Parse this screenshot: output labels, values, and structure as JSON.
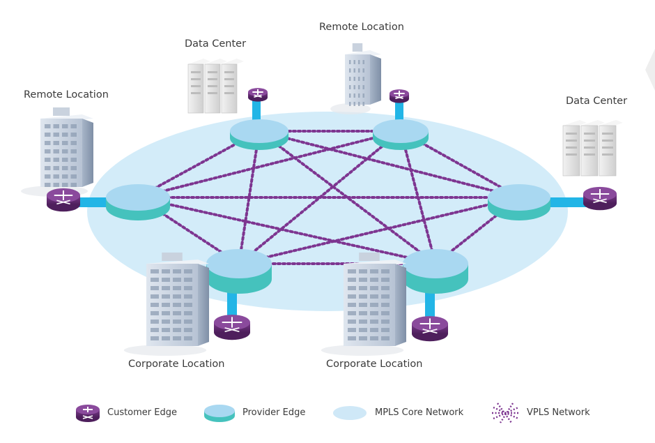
{
  "labels": {
    "remote_left": "Remote Location",
    "datacenter_top": "Data Center",
    "remote_top": "Remote Location",
    "datacenter_right": "Data Center",
    "corporate_left": "Corporate Location",
    "corporate_right": "Corporate Location"
  },
  "legend": {
    "customer_edge": "Customer Edge",
    "provider_edge": "Provider Edge",
    "mpls_core": "MPLS Core Network",
    "vpls": "VPLS Network"
  },
  "colors": {
    "mpls_core": "#d3ecf9",
    "provider_edge_top": "#a9d8f1",
    "provider_edge_side": "#45c2bd",
    "customer_edge": "#6a2c78",
    "vpls_line": "#7d3590",
    "link": "#22b5e6"
  }
}
